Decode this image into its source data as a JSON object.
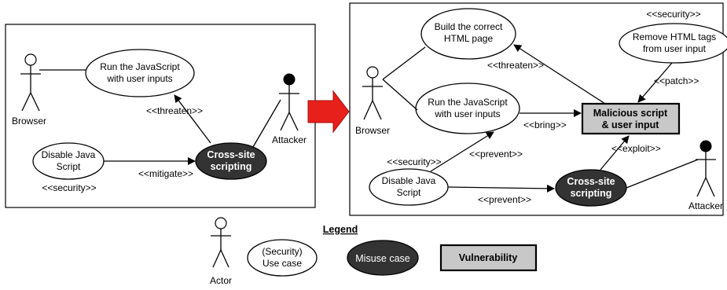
{
  "left": {
    "actor_browser": "Browser",
    "actor_attacker": "Attacker",
    "uc_run_js": [
      "Run the JavaScript",
      "with user inputs"
    ],
    "uc_disable_js": [
      "Disable Java",
      "Script"
    ],
    "misuse_xss": [
      "Cross-site",
      "scripting"
    ],
    "label_threaten": "<<threaten>>",
    "label_mitigate": "<<mitigate>>",
    "label_security": "<<security>>"
  },
  "right": {
    "actor_browser": "Browser",
    "actor_attacker": "Attacker",
    "uc_build_html": [
      "Build the correct",
      "HTML page"
    ],
    "uc_remove_tags": [
      "Remove HTML tags",
      "from user input"
    ],
    "uc_run_js": [
      "Run the JavaScript",
      "with user inputs"
    ],
    "uc_disable_js": [
      "Disable Java",
      "Script"
    ],
    "misuse_xss": [
      "Cross-site",
      "scripting"
    ],
    "vulnerability": [
      "Malicious script",
      "& user input"
    ],
    "label_security_top": "<<security>>",
    "label_threaten": "<<threaten>>",
    "label_patch": "<<patch>>",
    "label_bring": "<<bring>>",
    "label_exploit": "<<exploit>>",
    "label_prevent_upper": "<<prevent>>",
    "label_prevent_lower": "<<prevent>>",
    "label_security_left": "<<security>>"
  },
  "legend": {
    "title": "Legend",
    "actor": "Actor",
    "use_case": [
      "(Security)",
      "Use case"
    ],
    "misuse_case": "Misuse case",
    "vulnerability": "Vulnerability"
  },
  "colors": {
    "arrow_red": "#e8201c",
    "misuse_fill": "#333333",
    "vulnerability_fill": "#c8c8c8"
  }
}
